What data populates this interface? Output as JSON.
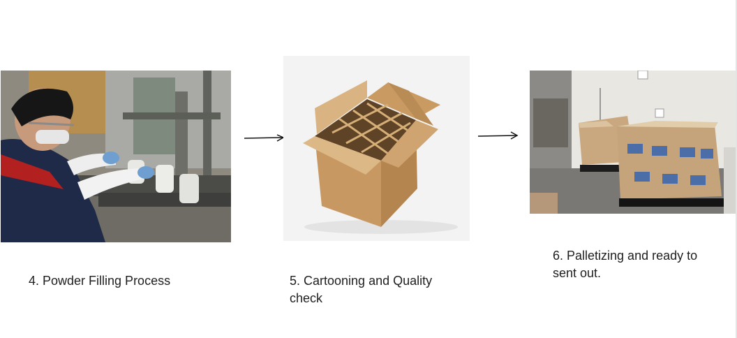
{
  "steps": [
    {
      "caption": "4. Powder Filling Process",
      "image": "worker-filling-bottles-photo"
    },
    {
      "caption": "5. Cartooning and Quality check",
      "image": "cardboard-box-with-dividers-photo"
    },
    {
      "caption": "6. Palletizing and ready to sent out.",
      "image": "wrapped-pallets-in-warehouse-photo"
    }
  ],
  "connectors": [
    "arrow-right-icon",
    "arrow-right-icon"
  ],
  "colors": {
    "text": "#1e1e1e",
    "arrow": "#111111",
    "cardboard": "#c9a06e"
  }
}
